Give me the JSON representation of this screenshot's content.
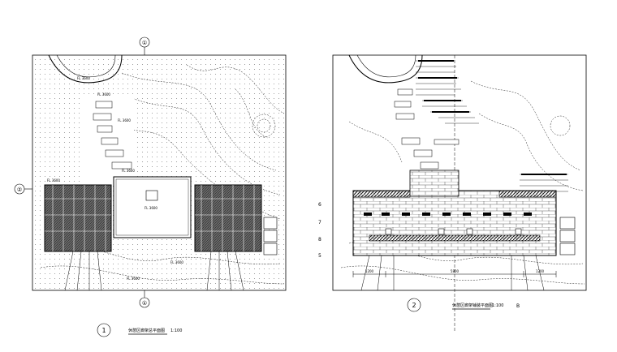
{
  "drawings": [
    {
      "number": "1",
      "title": "休憩区廊架总平面图",
      "scale": "1:100",
      "top_marker": "①",
      "bottom_marker": "①",
      "left_marker": "②",
      "annotations": [
        "FL 3600",
        "FL 3600",
        "FL 3600",
        "FL 3600",
        "FL 3600",
        "FL 3600",
        "FL 3600",
        "FL 3600"
      ]
    },
    {
      "number": "2",
      "title": "休憩区廊架铺装平面图",
      "scale": "1:100",
      "grid_letter": "B",
      "row_marks": [
        "6",
        "7",
        "8",
        "5"
      ],
      "dimensions": [
        "1200",
        "5800",
        "1200"
      ]
    }
  ]
}
